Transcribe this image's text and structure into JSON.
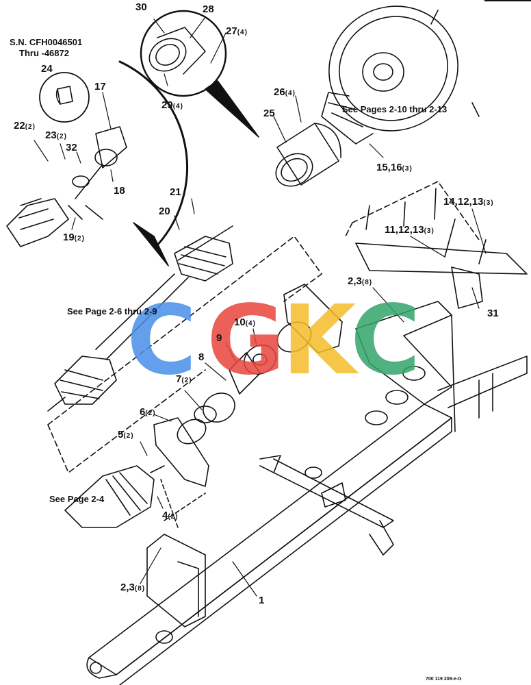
{
  "serial_note": {
    "line1": "S.N. CFH0046501",
    "line2": "Thru -46872"
  },
  "references": {
    "pages_2_10": "See Pages 2-10 thru 2-13",
    "page_2_6": "See Page 2-6 thru 2-9",
    "page_2_4": "See Page 2-4"
  },
  "callouts": [
    {
      "id": "c30",
      "num": "30",
      "qty": ""
    },
    {
      "id": "c28",
      "num": "28",
      "qty": ""
    },
    {
      "id": "c27",
      "num": "27",
      "qty": "(4)"
    },
    {
      "id": "c29",
      "num": "29",
      "qty": "(4)"
    },
    {
      "id": "c24",
      "num": "24",
      "qty": ""
    },
    {
      "id": "c17",
      "num": "17",
      "qty": ""
    },
    {
      "id": "c22",
      "num": "22",
      "qty": "(2)"
    },
    {
      "id": "c23",
      "num": "23",
      "qty": "(2)"
    },
    {
      "id": "c32",
      "num": "32",
      "qty": ""
    },
    {
      "id": "c18",
      "num": "18",
      "qty": ""
    },
    {
      "id": "c19",
      "num": "19",
      "qty": "(2)"
    },
    {
      "id": "c21",
      "num": "21",
      "qty": ""
    },
    {
      "id": "c20",
      "num": "20",
      "qty": ""
    },
    {
      "id": "c26",
      "num": "26",
      "qty": "(4)"
    },
    {
      "id": "c25",
      "num": "25",
      "qty": ""
    },
    {
      "id": "c1516",
      "num": "15,16",
      "qty": "(3)"
    },
    {
      "id": "c141213",
      "num": "14,12,13",
      "qty": "(3)"
    },
    {
      "id": "c111213",
      "num": "11,12,13",
      "qty": "(3)"
    },
    {
      "id": "c23a",
      "num": "2,3",
      "qty": "(8)"
    },
    {
      "id": "c31",
      "num": "31",
      "qty": ""
    },
    {
      "id": "c10",
      "num": "10",
      "qty": "(4)"
    },
    {
      "id": "c9",
      "num": "9",
      "qty": ""
    },
    {
      "id": "c8",
      "num": "8",
      "qty": ""
    },
    {
      "id": "c7",
      "num": "7",
      "qty": "(2)"
    },
    {
      "id": "c6",
      "num": "6",
      "qty": "(2)"
    },
    {
      "id": "c5",
      "num": "5",
      "qty": "(2)"
    },
    {
      "id": "c4",
      "num": "4",
      "qty": "(2)"
    },
    {
      "id": "c23b",
      "num": "2,3",
      "qty": "(8)"
    },
    {
      "id": "c1",
      "num": "1",
      "qty": ""
    }
  ],
  "watermark": {
    "letters": [
      "C",
      "G",
      "K",
      "C"
    ],
    "colors": [
      "#4a8fe8",
      "#e8453c",
      "#f5bd2a",
      "#34a46a"
    ]
  },
  "footer": "700 119 208-e-G"
}
